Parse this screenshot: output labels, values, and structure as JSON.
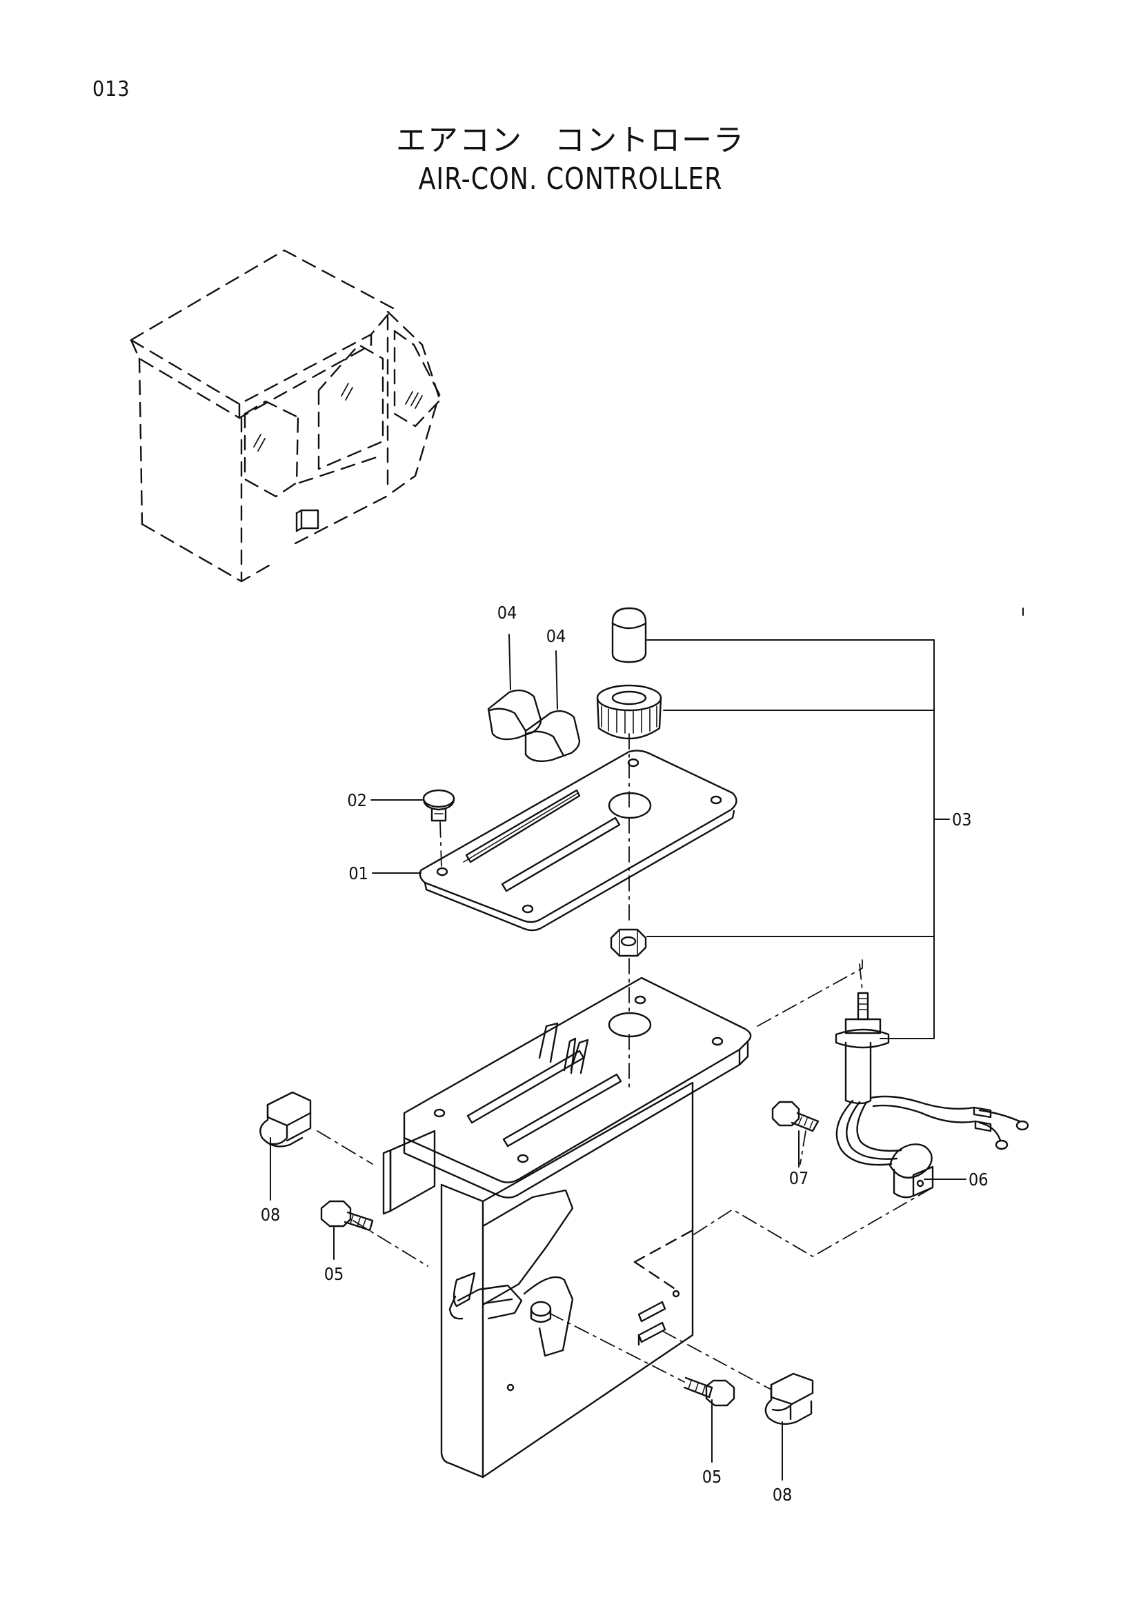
{
  "page": {
    "number": "013"
  },
  "title": {
    "japanese": "エアコン　コントローラ",
    "english": "AIR-CON. CONTROLLER"
  },
  "callouts": [
    {
      "id": "c01",
      "label": "01"
    },
    {
      "id": "c02",
      "label": "02"
    },
    {
      "id": "c03",
      "label": "03"
    },
    {
      "id": "c04a",
      "label": "04"
    },
    {
      "id": "c04b",
      "label": "04"
    },
    {
      "id": "c05a",
      "label": "05"
    },
    {
      "id": "c05b",
      "label": "05"
    },
    {
      "id": "c06",
      "label": "06"
    },
    {
      "id": "c07",
      "label": "07"
    },
    {
      "id": "c08a",
      "label": "08"
    },
    {
      "id": "c08b",
      "label": "08"
    }
  ]
}
